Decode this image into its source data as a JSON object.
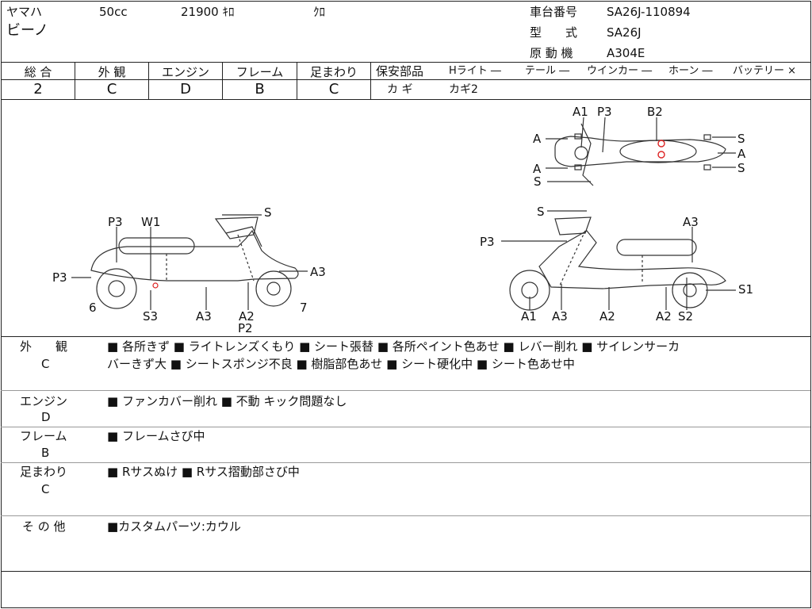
{
  "header": {
    "maker": "ヤマハ",
    "displacement": "50cc",
    "mileage": "21900 ｷﾛ",
    "color": "ｸﾛ",
    "model_name": "ビーノ",
    "frame_no_label": "車台番号",
    "frame_no": "SA26J-110894",
    "type_label": "型　　式",
    "type": "SA26J",
    "engine_label": "原 動 機",
    "engine": "A304E"
  },
  "grades": {
    "total_label": "総 合",
    "total": "2",
    "exterior_label": "外 観",
    "exterior": "C",
    "engine_label": "エンジン",
    "engine": "D",
    "frame_label": "フレーム",
    "frame": "B",
    "suspension_label": "足まわり",
    "suspension": "C"
  },
  "safety": {
    "label": "保安部品",
    "headlight": "Hライト ―",
    "tail": "テール ―",
    "winker": "ウインカー ―",
    "horn": "ホーン ―",
    "battery": "バッテリー ×",
    "key_label": "カ ギ",
    "key_value": "カギ2"
  },
  "diagram": {
    "top": {
      "a1": "A1",
      "p3": "P3",
      "b2": "B2",
      "a_tl": "A",
      "a_bl": "A",
      "s_bl": "S",
      "s_tr": "S",
      "a_r": "A",
      "s_br": "S"
    },
    "left": {
      "s": "S",
      "p3_top": "P3",
      "w1": "W1",
      "p3_side": "P3",
      "six": "6",
      "s3": "S3",
      "a3_low": "A3",
      "a2": "A2",
      "p2": "P2",
      "a3_right": "A3",
      "seven": "7"
    },
    "right": {
      "s": "S",
      "a3": "A3",
      "p3": "P3",
      "s1": "S1",
      "a1": "A1",
      "a3_low": "A3",
      "a2": "A2",
      "a2b": "A2",
      "s2": "S2"
    }
  },
  "notes": {
    "exterior_label": "外　　観",
    "exterior_grade": "C",
    "exterior_line1": "■ 各所きず ■ ライトレンズくもり ■ シート張替 ■ 各所ペイント色あせ ■ レバー削れ ■ サイレンサーカ",
    "exterior_line2": "バーきず大 ■ シートスポンジ不良 ■ 樹脂部色あせ ■ シート硬化中 ■ シート色あせ中",
    "engine_label": "エンジン",
    "engine_grade": "D",
    "engine_line": "■ ファンカバー削れ ■ 不動 キック問題なし",
    "frame_label": "フレーム",
    "frame_grade": "B",
    "frame_line": "■ フレームさび中",
    "susp_label": "足まわり",
    "susp_grade": "C",
    "susp_line": "■ Rサスぬけ ■ Rサス摺動部さび中",
    "other_label": "そ の 他",
    "other_line": "■カスタムパーツ:カウル"
  }
}
